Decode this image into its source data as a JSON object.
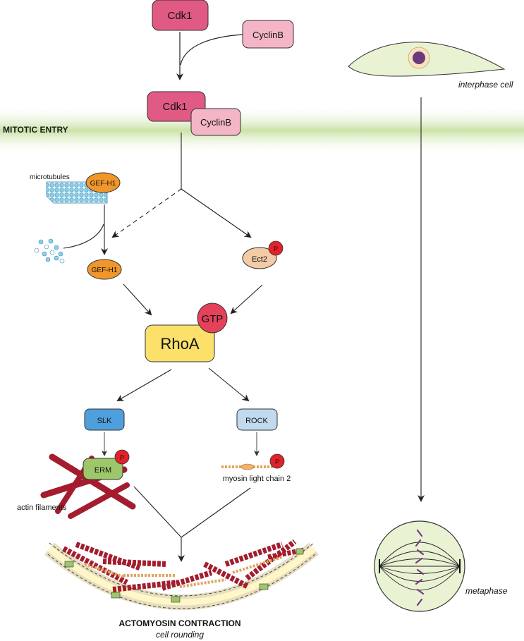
{
  "labels": {
    "cdk1_top": "Cdk1",
    "cyclinb_top": "CyclinB",
    "cdk1_complex": "Cdk1",
    "cyclinb_complex": "CyclinB",
    "mitotic_entry": "MITOTIC ENTRY",
    "microtubules": "microtubules",
    "gefh1_mt": "GEF-H1",
    "gefh1": "GEF-H1",
    "ect2": "Ect2",
    "phospho": "P",
    "gtp": "GTP",
    "rhoa": "RhoA",
    "slk": "SLK",
    "rock": "ROCK",
    "erm": "ERM",
    "mlc2": "myosin light chain 2",
    "actin_filaments": "actin filaments",
    "actomyosin": "ACTOMYOSIN CONTRACTION",
    "cell_rounding": "cell rounding",
    "interphase": "interphase cell",
    "metaphase": "metaphase"
  },
  "colors": {
    "cdk1": "#e05a84",
    "cyclinb": "#f4b6c6",
    "gefh1": "#f0962a",
    "ect2": "#f3cba6",
    "phospho": "#e32129",
    "gtp": "#e5415a",
    "rhoa": "#fbe06a",
    "slk": "#4f9fdc",
    "rock": "#c2daef",
    "erm": "#9dc76a",
    "actin": "#a31d2e",
    "myosin": "#f2b26a",
    "cell": "#e9f2d2",
    "band": "#b9d98a",
    "microtubule": "#7cc4e0"
  }
}
